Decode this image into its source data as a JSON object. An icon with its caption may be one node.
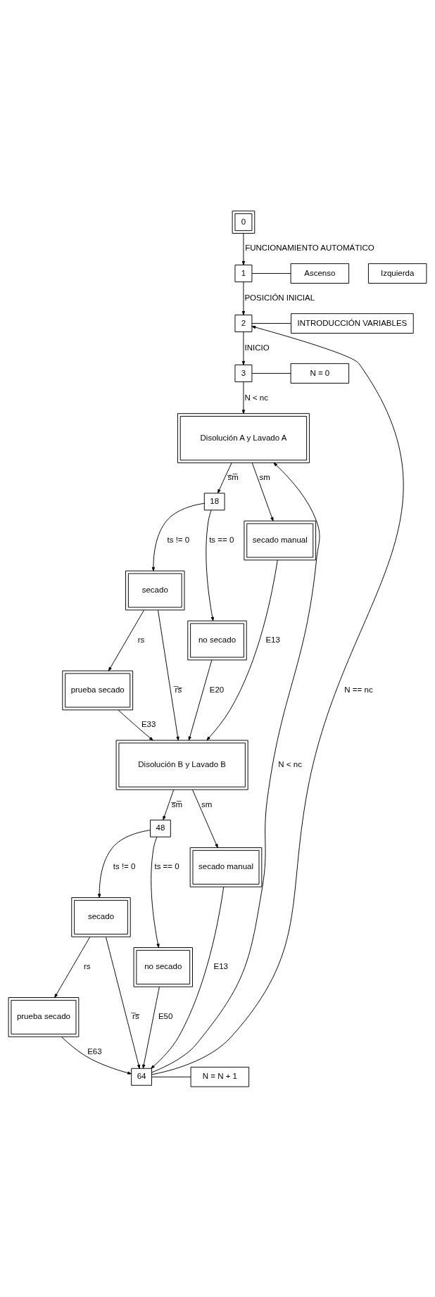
{
  "diagram": {
    "nodes": [
      {
        "text": [
          "0"
        ]
      },
      {
        "text": [
          "1"
        ]
      },
      {
        "text": [
          "Ascenso"
        ]
      },
      {
        "text": [
          "Izquierda"
        ]
      },
      {
        "text": [
          "2"
        ]
      },
      {
        "text": [
          "INTRODUCCIÓN VARIABLES"
        ]
      },
      {
        "text": [
          "3"
        ]
      },
      {
        "text": [
          "N = 0"
        ]
      },
      {
        "text": [
          "Disolución A y Lavado A"
        ]
      },
      {
        "text": [
          "18"
        ]
      },
      {
        "text": [
          "secado manual"
        ]
      },
      {
        "text": [
          "secado"
        ]
      },
      {
        "text": [
          "no secado"
        ]
      },
      {
        "text": [
          "prueba secado"
        ]
      },
      {
        "text": [
          "Disolución B y Lavado B"
        ]
      },
      {
        "text": [
          "48"
        ]
      },
      {
        "text": [
          "secado manual"
        ]
      },
      {
        "text": [
          "secado"
        ]
      },
      {
        "text": [
          "no secado"
        ]
      },
      {
        "text": [
          "prueba secado"
        ]
      },
      {
        "text": [
          "64"
        ]
      },
      {
        "text": [
          "N = N + 1"
        ]
      }
    ],
    "edges": [
      {
        "from": 0,
        "to": 1,
        "arrow": "to",
        "label": "FUNCIONAMIENTO AUTOMÁTICO"
      },
      {
        "from": 1,
        "to": 2,
        "arrow": "none"
      },
      {
        "from": 1,
        "to": 4,
        "arrow": "to",
        "label": "POSICIÓN INICIAL"
      },
      {
        "from": 4,
        "to": 5,
        "arrow": "none"
      },
      {
        "from": 4,
        "to": 6,
        "arrow": "to",
        "label": "INICIO"
      },
      {
        "from": 6,
        "to": 7,
        "arrow": "none"
      },
      {
        "from": 6,
        "to": 8,
        "arrow": "to",
        "label": "N < nc"
      },
      {
        "from": 8,
        "to": 10,
        "arrow": "to",
        "label": "sm"
      },
      {
        "from": 8,
        "to": 9,
        "arrow": "to",
        "label": "s̅m̅"
      },
      {
        "from": 9,
        "to": 11,
        "arrow": "to",
        "label": "ts != 0"
      },
      {
        "from": 9,
        "to": 12,
        "arrow": "to",
        "label": "ts == 0"
      },
      {
        "from": 11,
        "to": 13,
        "arrow": "to",
        "label": "rs"
      },
      {
        "from": 11,
        "to": 14,
        "arrow": "to",
        "label": "r̅s̅"
      },
      {
        "from": 13,
        "to": 14,
        "arrow": "to",
        "label": "E33"
      },
      {
        "from": 12,
        "to": 14,
        "arrow": "to",
        "label": "E20"
      },
      {
        "from": 10,
        "to": 14,
        "arrow": "to",
        "label": "E13"
      },
      {
        "from": 14,
        "to": 16,
        "arrow": "to",
        "label": "sm"
      },
      {
        "from": 14,
        "to": 15,
        "arrow": "to",
        "label": "s̅m̅"
      },
      {
        "from": 15,
        "to": 17,
        "arrow": "to",
        "label": "ts != 0"
      },
      {
        "from": 15,
        "to": 18,
        "arrow": "to",
        "label": "ts == 0"
      },
      {
        "from": 17,
        "to": 19,
        "arrow": "to",
        "label": "rs"
      },
      {
        "from": 17,
        "to": 20,
        "arrow": "to",
        "label": "r̅s̅"
      },
      {
        "from": 19,
        "to": 20,
        "arrow": "to",
        "label": "E63"
      },
      {
        "from": 18,
        "to": 20,
        "arrow": "to",
        "label": "E50"
      },
      {
        "from": 16,
        "to": 20,
        "arrow": "to",
        "label": "E13"
      },
      {
        "from": 20,
        "to": 21,
        "arrow": "none"
      },
      {
        "from": 20,
        "to": 4,
        "arrow": "to",
        "label": "N == nc"
      },
      {
        "from": 20,
        "to": 8,
        "arrow": "to",
        "label": "N < nc"
      }
    ]
  }
}
